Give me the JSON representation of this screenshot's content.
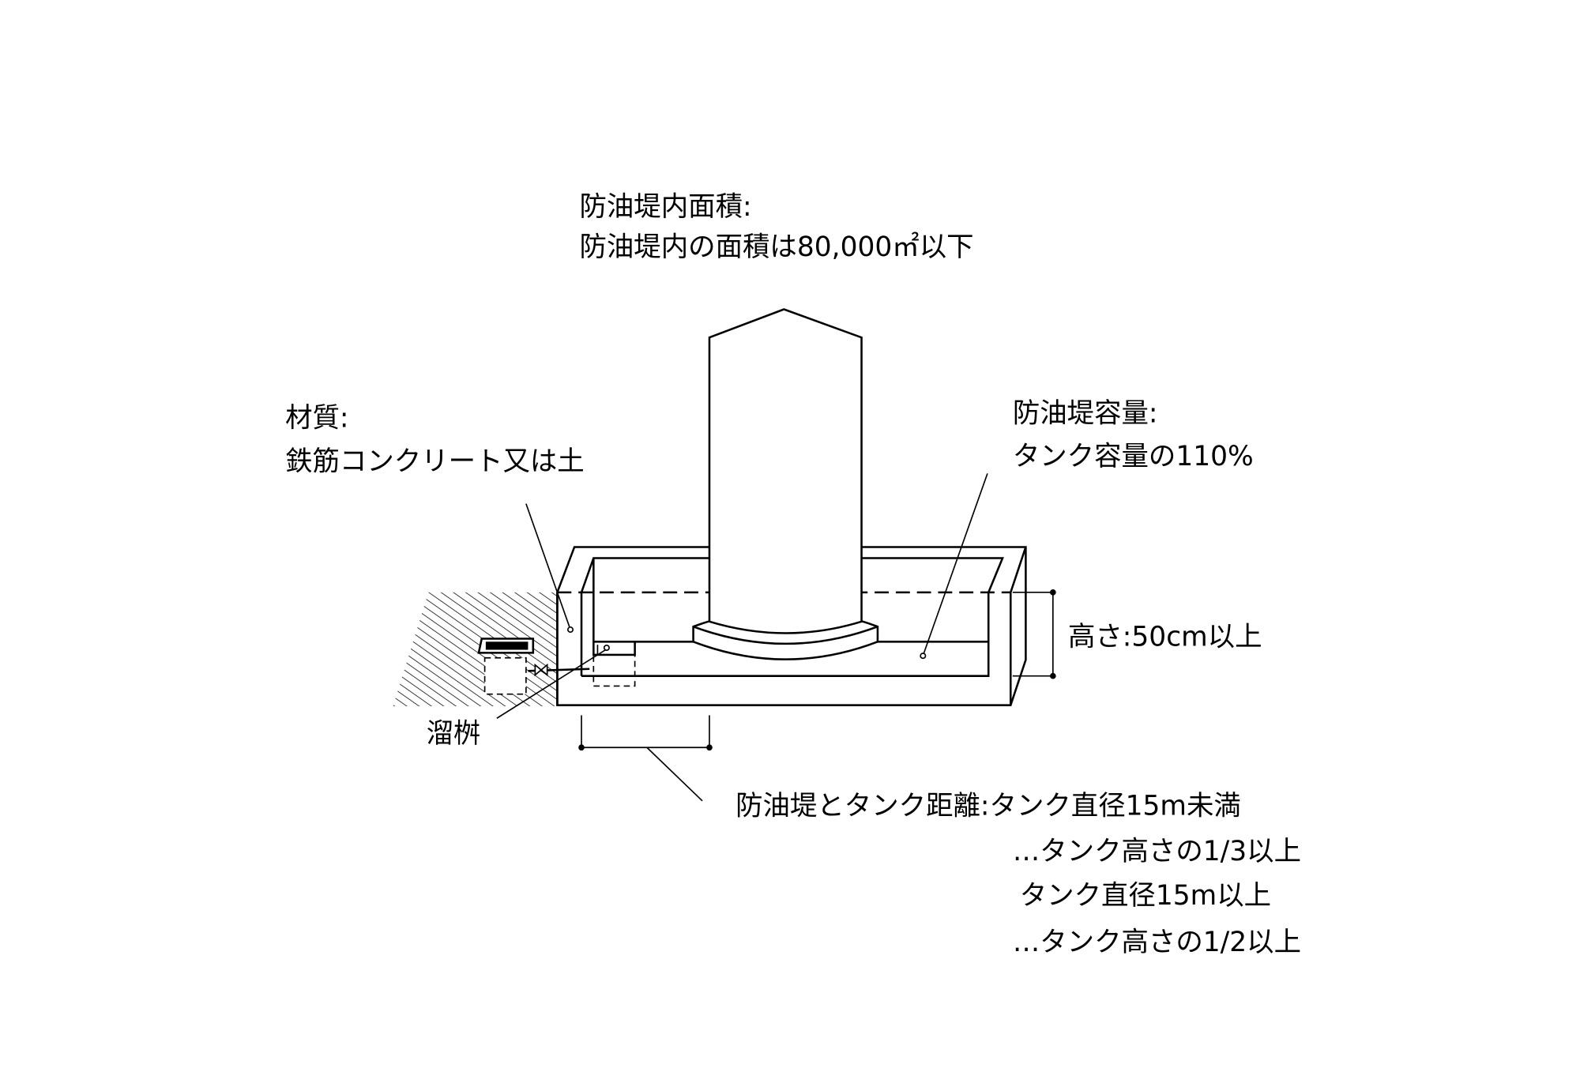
{
  "labels": {
    "area_title": "防油堤内面積:",
    "area_value": "防油堤内の面積は80,000㎡以下",
    "material_title": "材質:",
    "material_value": "鉄筋コンクリート又は土",
    "capacity_title": "防油堤容量:",
    "capacity_value": "タンク容量の110%",
    "height": "高さ:50cm以上",
    "sump": "溜桝",
    "distance_line1": "防油堤とタンク距離:タンク直径15m未満",
    "distance_line2": "…タンク高さの1/3以上",
    "distance_line3": "タンク直径15m以上",
    "distance_line4": "…タンク高さの1/2以上"
  }
}
